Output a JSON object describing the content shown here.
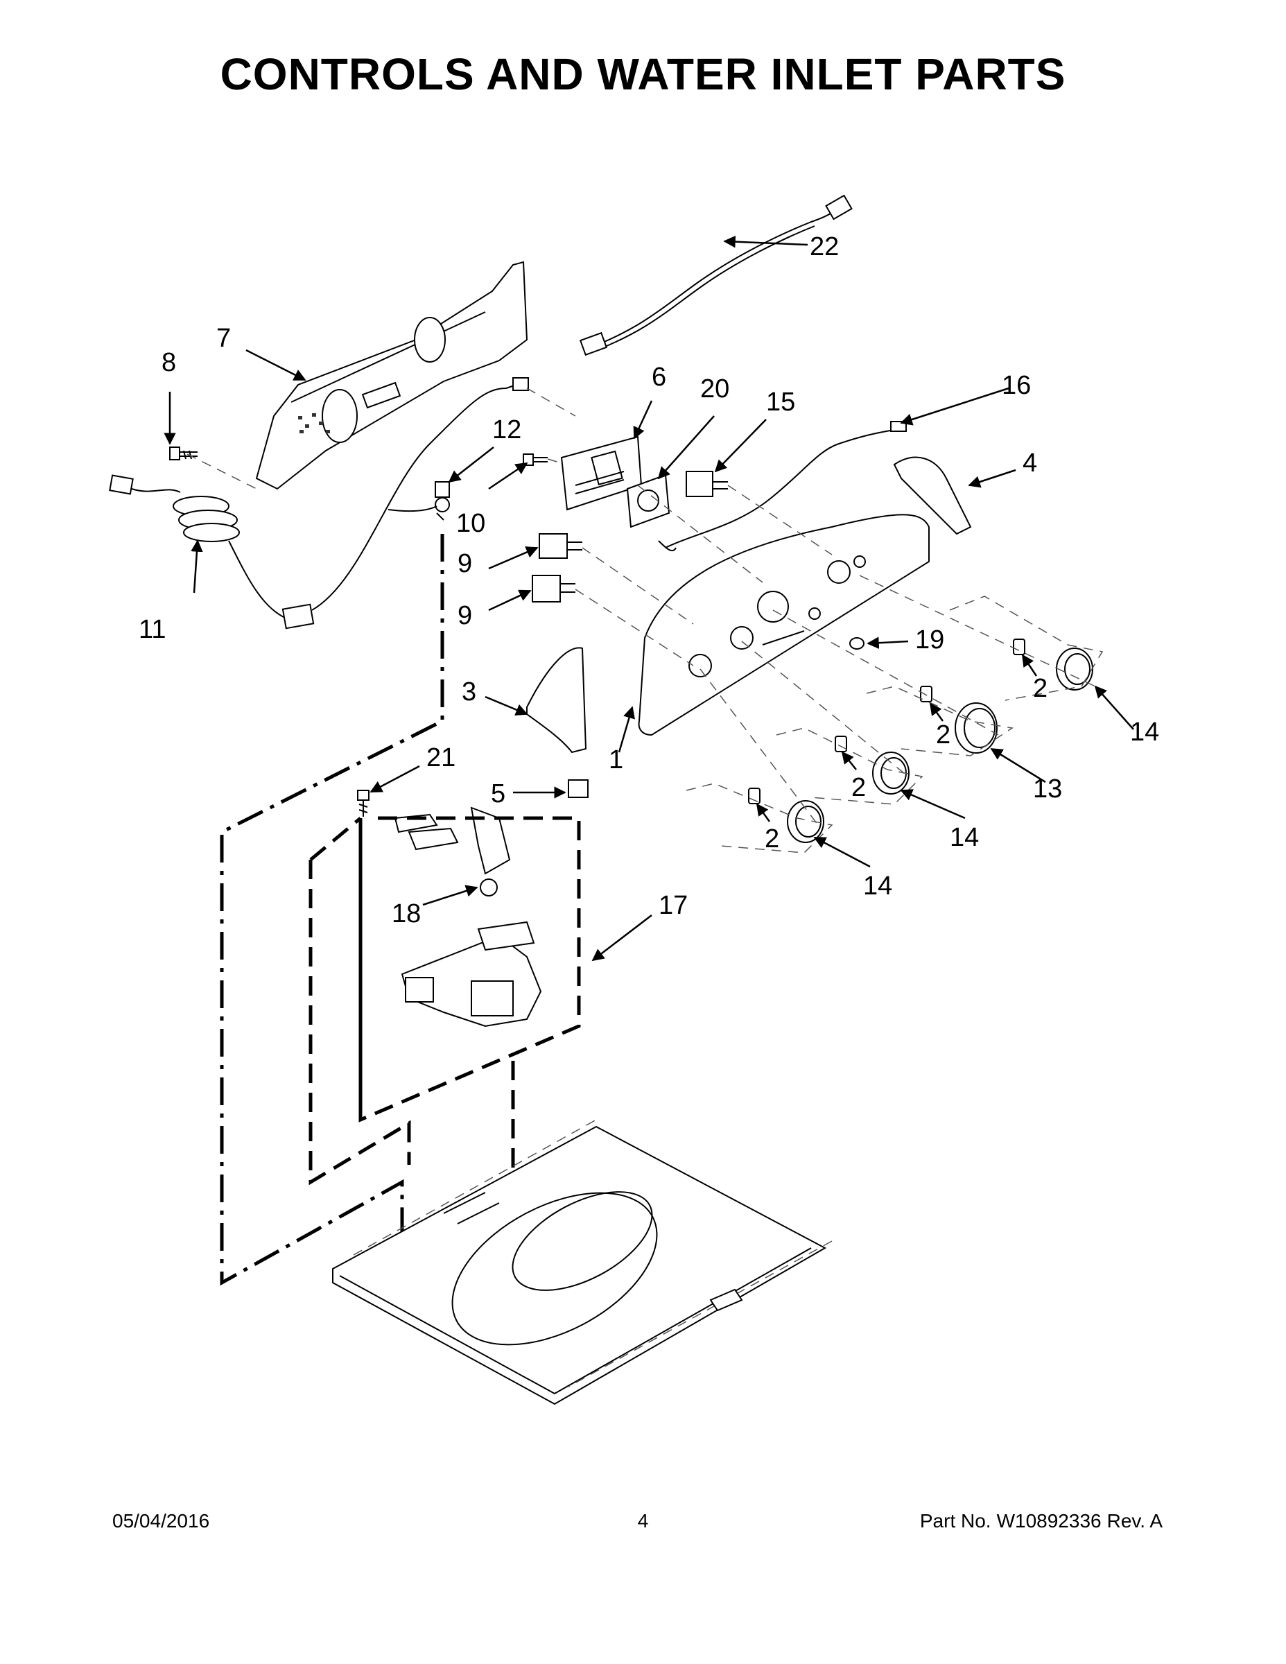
{
  "page": {
    "title": "CONTROLS AND WATER INLET PARTS",
    "footer": {
      "date": "05/04/2016",
      "page_number": "4",
      "part_label": "Part No.",
      "part_number": "W10892336",
      "rev_label": "Rev. A"
    }
  },
  "callouts": [
    {
      "id": "1"
    },
    {
      "id": "2"
    },
    {
      "id": "3"
    },
    {
      "id": "4"
    },
    {
      "id": "5"
    },
    {
      "id": "6"
    },
    {
      "id": "7"
    },
    {
      "id": "8"
    },
    {
      "id": "9"
    },
    {
      "id": "10"
    },
    {
      "id": "11"
    },
    {
      "id": "12"
    },
    {
      "id": "13"
    },
    {
      "id": "14"
    },
    {
      "id": "15"
    },
    {
      "id": "16"
    },
    {
      "id": "17"
    },
    {
      "id": "18"
    },
    {
      "id": "19"
    },
    {
      "id": "20"
    },
    {
      "id": "21"
    },
    {
      "id": "22"
    }
  ]
}
